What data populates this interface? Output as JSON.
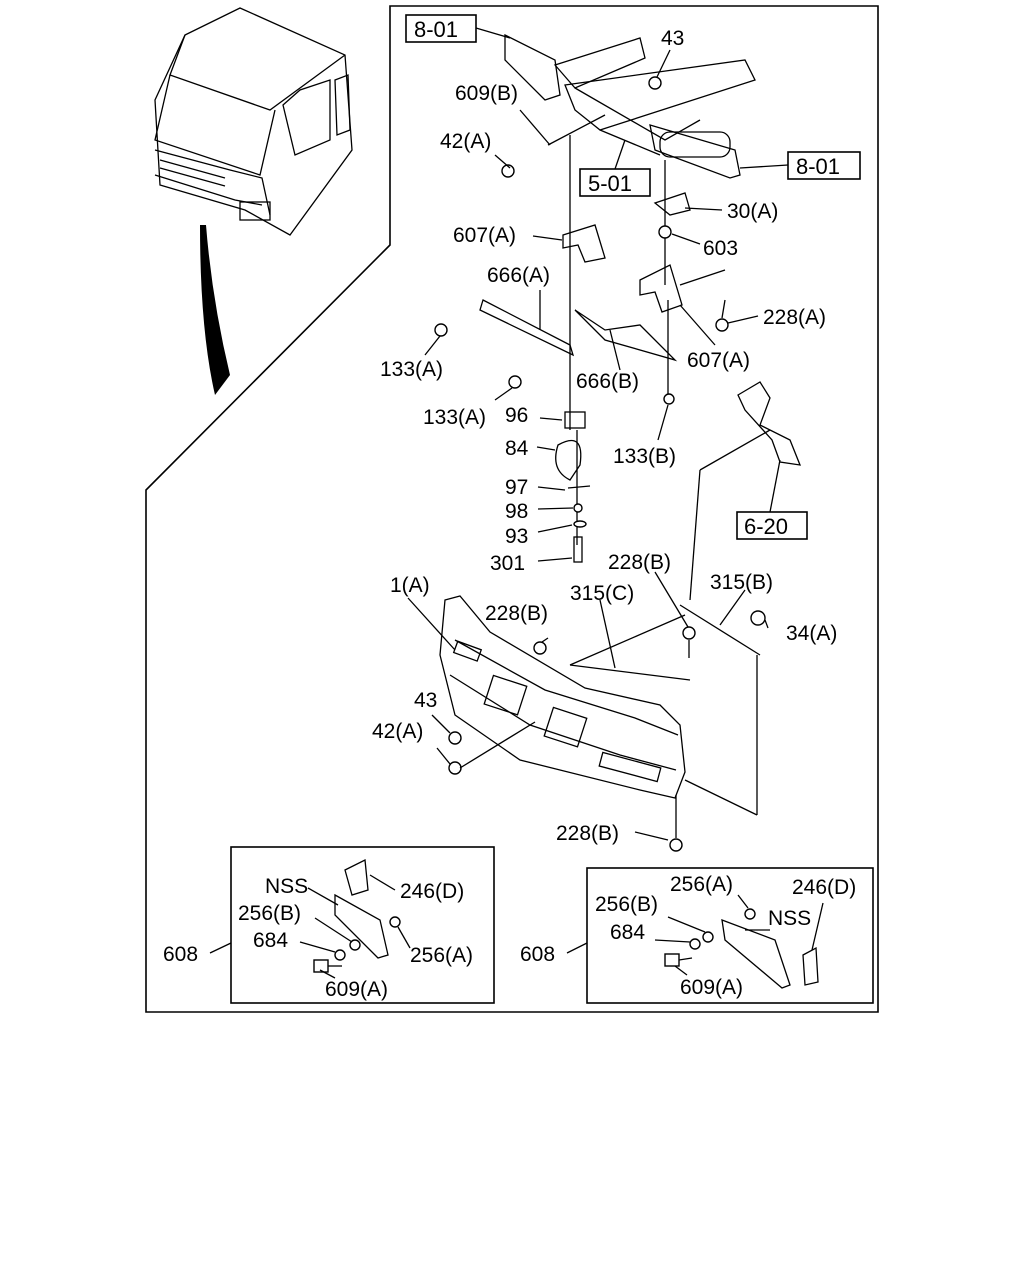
{
  "refs": {
    "r801a": "8-01",
    "r801b": "8-01",
    "r501": "5-01",
    "r620": "6-20"
  },
  "labels": {
    "l43a": "43",
    "l609b": "609(B)",
    "l42a_top": "42(A)",
    "l30a": "30(A)",
    "l607a_left": "607(A)",
    "l603": "603",
    "l666a": "666(A)",
    "l228a": "228(A)",
    "l133a_1": "133(A)",
    "l607a_right": "607(A)",
    "l666b": "666(B)",
    "l133a_2": "133(A)",
    "l96": "96",
    "l133b": "133(B)",
    "l84": "84",
    "l97": "97",
    "l98": "98",
    "l93": "93",
    "l301": "301",
    "l228b_top": "228(B)",
    "l1a": "1(A)",
    "l315c": "315(C)",
    "l315b": "315(B)",
    "l228b_mid": "228(B)",
    "l34a": "34(A)",
    "l43b": "43",
    "l42a_bot": "42(A)",
    "l228b_bot": "228(B)"
  },
  "inset_left": {
    "nss": "NSS",
    "p246d": "246(D)",
    "p256b": "256(B)",
    "p684": "684",
    "p256a": "256(A)",
    "p608": "608",
    "p609a": "609(A)"
  },
  "inset_right": {
    "p256a": "256(A)",
    "p246d": "246(D)",
    "p256b": "256(B)",
    "nss": "NSS",
    "p684": "684",
    "p608": "608",
    "p609a": "609(A)"
  }
}
